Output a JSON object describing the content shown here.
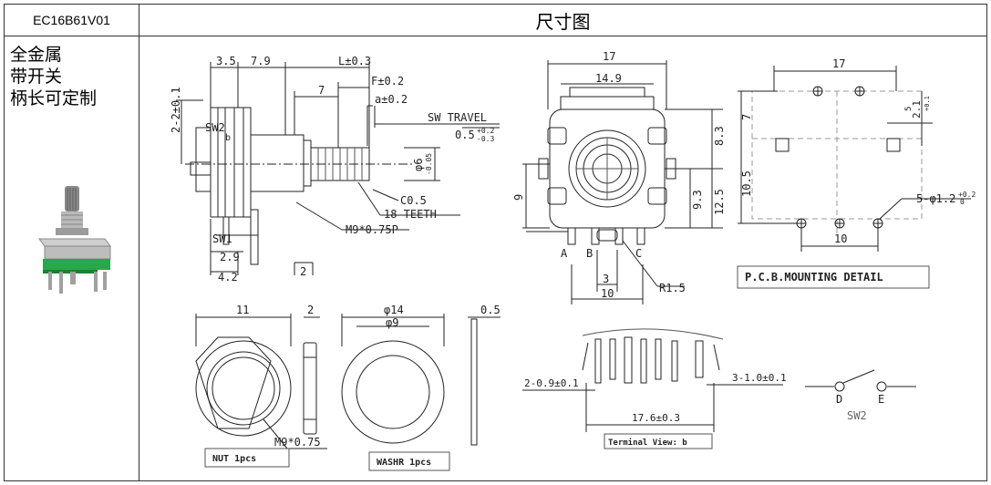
{
  "header": {
    "model": "EC16B61V01",
    "title": "尺寸图"
  },
  "features": [
    "全金属",
    "带开关",
    "柄长可定制"
  ],
  "photo": {
    "icon": "rotary-encoder-photo-icon"
  },
  "side_view": {
    "dims": {
      "d1": "3.5",
      "d2": "7.9",
      "L": "L±0.3",
      "F": "F±0.2",
      "a": "a±0.2",
      "seven": "7",
      "sw2_h": "2-2±0.1",
      "sw_travel": "SW TRAVEL",
      "travel_val": "0.5",
      "travel_tol_up": "+0.2",
      "travel_tol_dn": "-0.3",
      "shaft_dia": "φ6",
      "shaft_tol": "-0.05",
      "chamfer": "C0.5",
      "teeth": "18 TEETH",
      "thread": "M9*0.75P",
      "d29": "2.9",
      "d42": "4.2",
      "d2b": "2"
    },
    "labels": {
      "sw2": "SW2",
      "b": "b",
      "sw1": "SW1"
    }
  },
  "front_view": {
    "dims": {
      "w17": "17",
      "w149": "14.9",
      "h83": "8.3",
      "h9": "9",
      "h93": "9.3",
      "h125": "12.5",
      "w3": "3",
      "w10": "10",
      "r15": "R1.5"
    },
    "pins": [
      "A",
      "B",
      "C"
    ]
  },
  "pcb": {
    "dims": {
      "w17": "17",
      "h7": "7",
      "h105": "10.5",
      "w10": "10",
      "h21": "2.1",
      "h21_tol": "+0.1",
      "h21_tol2": "0",
      "holes": "5-φ1.2",
      "holes_tol_up": "+0.2",
      "holes_tol_dn": "0",
      "h5": "5"
    },
    "caption": "P.C.B.MOUNTING DETAIL"
  },
  "nut": {
    "w11": "11",
    "t2": "2",
    "thread": "M9*0.75",
    "caption": "NUT 1pcs"
  },
  "washer": {
    "od": "φ14",
    "id": "φ9",
    "t": "0.5",
    "caption": "WASHR  1pcs"
  },
  "terminal": {
    "left": "2-0.9±0.1",
    "right": "3-1.0±0.1",
    "span": "17.6±0.3",
    "caption": "Terminal View: b"
  },
  "switch": {
    "d": "D",
    "e": "E",
    "label": "SW2"
  }
}
